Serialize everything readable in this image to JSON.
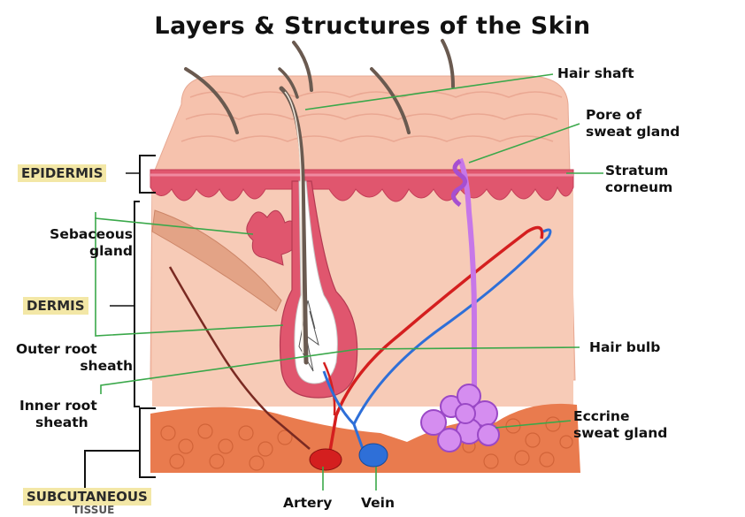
{
  "title": "Layers & Structures of the Skin",
  "layers": {
    "epidermis": "EPIDERMIS",
    "dermis": "DERMIS",
    "subcutaneous_1": "SUBCUTANEOUS",
    "subcutaneous_2": "TISSUE"
  },
  "labels": {
    "hair_shaft": "Hair shaft",
    "pore_1": "Pore of",
    "pore_2": "sweat gland",
    "stratum_1": "Stratum",
    "stratum_2": "corneum",
    "sebaceous_1": "Sebaceous",
    "sebaceous_2": "gland",
    "outer_1": "Outer root",
    "outer_2": "sheath",
    "inner_1": "Inner root",
    "inner_2": "sheath",
    "hair_bulb": "Hair bulb",
    "eccrine_1": "Eccrine",
    "eccrine_2": "sweat gland",
    "artery": "Artery",
    "vein": "Vein"
  },
  "colors": {
    "skin": "#f6c2ad",
    "epidermis_band": "#e0566e",
    "subcutaneous": "#e97b4e",
    "artery": "#d41f1f",
    "vein": "#2e6fd8",
    "sweat_gland": "#c777e8",
    "leader_line": "#3aa84a",
    "layer_label_bg": "#f3e7a6"
  }
}
